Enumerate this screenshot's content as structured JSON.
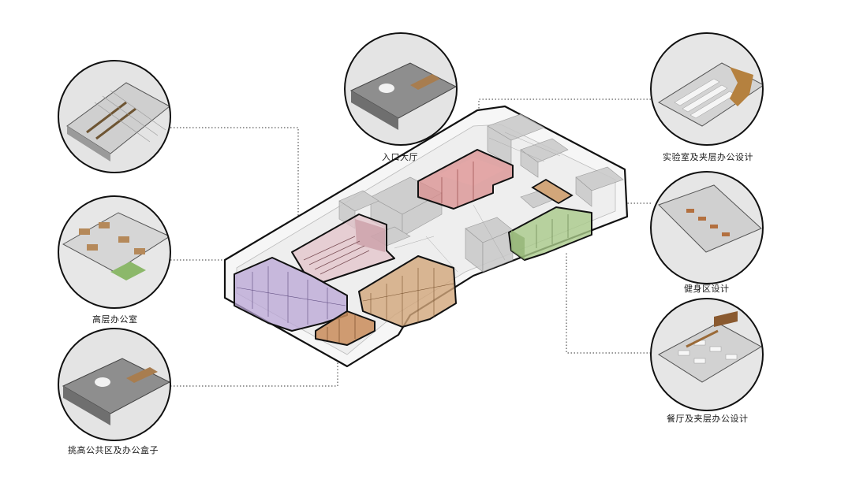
{
  "labels": {
    "top_left": "",
    "mid_left": "高层办公室",
    "bottom_left": "挑高公共区及办公盒子",
    "top_center": "入口大厅",
    "top_right": "实验室及夹层办公设计",
    "mid_right": "健身区设计",
    "bottom_right": "餐厅及夹层办公设计"
  },
  "colors": {
    "zone_purple": "#b9a6d6",
    "zone_pink": "#e3c3c9",
    "zone_red": "#d98e8e",
    "zone_tan": "#d2a67a",
    "zone_orange": "#c98c5a",
    "zone_green": "#a9c98a",
    "leader_line": "#333333",
    "circle_stroke": "#111111"
  }
}
